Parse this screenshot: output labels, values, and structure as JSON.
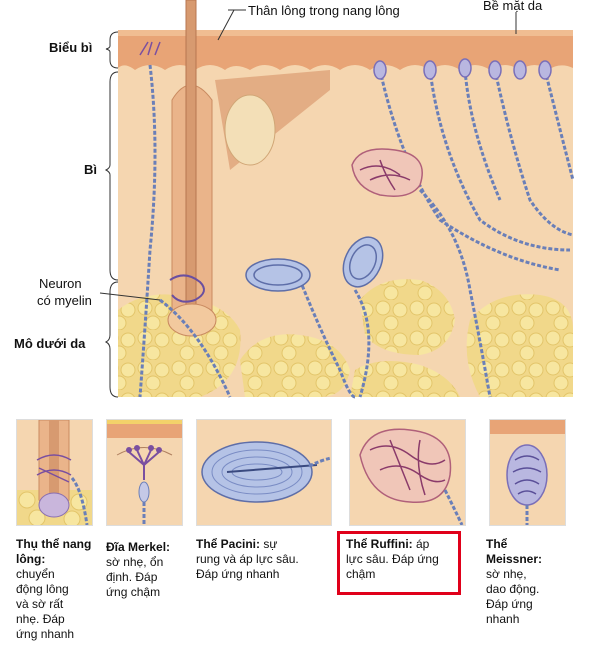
{
  "labels": {
    "epidermis": "Biểu bì",
    "dermis": "Bì",
    "neuron_line1": "Neuron",
    "neuron_line2": "có myelin",
    "subcutis": "Mô dưới da",
    "hair_shaft": "Thân lông trong nang lông",
    "skin_surface": "Bề mặt da"
  },
  "panels": [
    {
      "title": "Thụ thể nang lông:",
      "lines": [
        "chuyển",
        "động lông",
        "và sờ rất",
        "nhẹ. Đáp",
        "ứng nhanh"
      ]
    },
    {
      "title": "Đĩa Merkel:",
      "lines": [
        "sờ nhẹ, ổn",
        "định. Đáp",
        "ứng chậm"
      ]
    },
    {
      "title": "Thể Pacini:",
      "lines": [
        "sự",
        "rung và áp lực sâu.",
        "Đáp ứng nhanh"
      ]
    },
    {
      "title": "Thể Ruffini:",
      "lines": [
        "áp",
        "lực sâu. Đáp ứng",
        "chậm"
      ]
    },
    {
      "title": "Thể",
      "lines": [
        "Meissner:",
        "sờ nhẹ,",
        "dao động.",
        "Đáp ứng",
        "nhanh"
      ]
    }
  ],
  "colors": {
    "skin": "#f5d7b3",
    "epidermis": "#e8a97e",
    "fat": "#f3dc7c",
    "nerve": "#6a7fb8",
    "highlight": "#e0001a"
  },
  "icons": [
    "hair-follicle-icon",
    "merkel-disc-icon",
    "pacinian-corpuscle-icon",
    "ruffini-ending-icon",
    "meissner-corpuscle-icon"
  ]
}
